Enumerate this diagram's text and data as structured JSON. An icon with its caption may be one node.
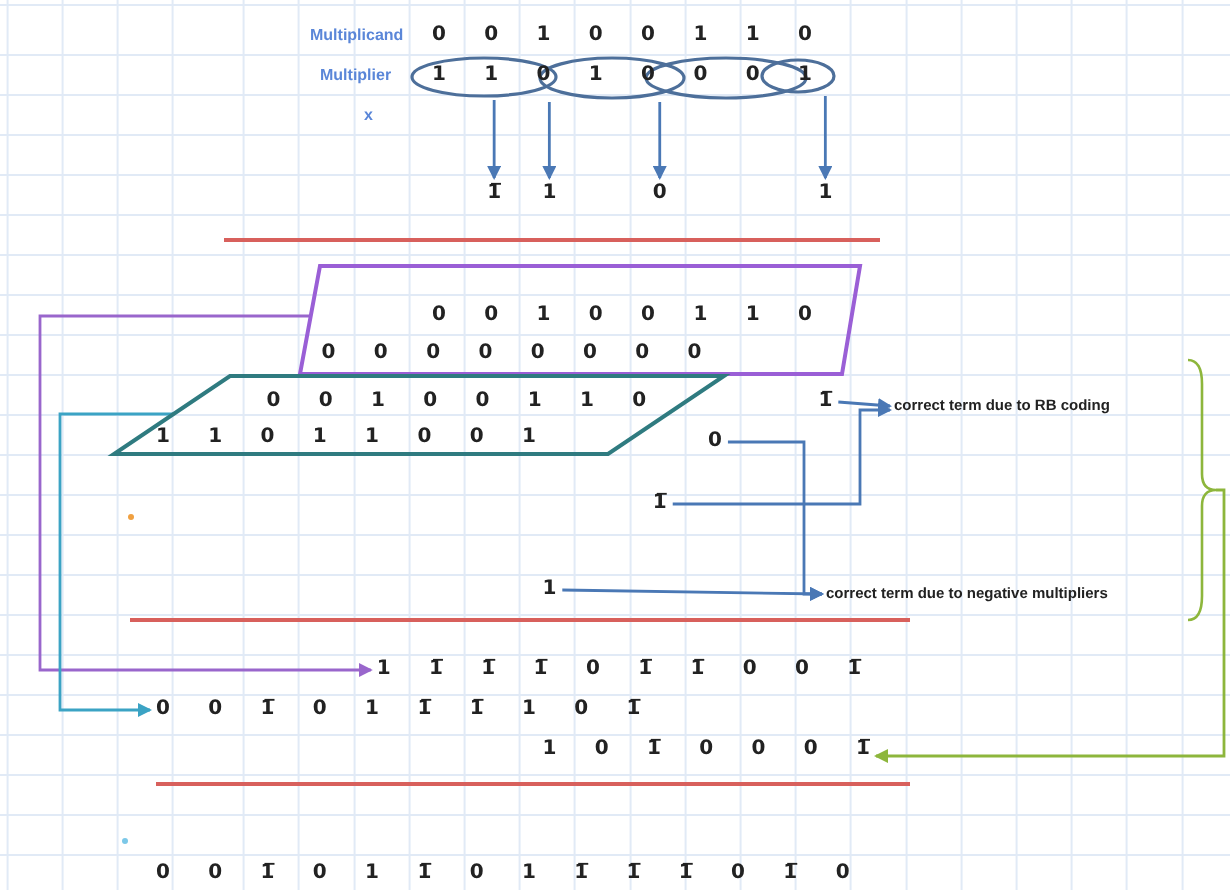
{
  "diagram": {
    "nodes": [
      {
        "text": [],
        "shape": "ellipse"
      },
      {
        "text": [],
        "shape": "ellipse"
      },
      {
        "text": [],
        "shape": "ellipse"
      },
      {
        "text": [],
        "shape": "ellipse"
      },
      {
        "text": [
          "1̅"
        ]
      },
      {
        "text": [
          "1"
        ]
      },
      {
        "text": [
          "0"
        ]
      },
      {
        "text": [
          "1"
        ]
      },
      {
        "text": [
          "0 0 1 0 0 1 1 0",
          "0 0 0 0 0 0 0 0"
        ]
      },
      {
        "text": [
          "0 0 1 0 0 1 1 0",
          "1 1 0 1 1 0 0 1"
        ]
      },
      {
        "text": [
          "1̅"
        ]
      },
      {
        "text": [
          "correct term due to RB coding"
        ]
      },
      {
        "text": [
          "0"
        ]
      },
      {
        "text": [
          "1̅"
        ]
      },
      {
        "text": [
          "1"
        ]
      },
      {
        "text": [
          "correct term due to negative multipliers"
        ]
      },
      {
        "text": [],
        "shape": "brace"
      },
      {
        "text": [
          "1 1̅ 1̅ 1̅ 0 1̅ 1̅ 0 0 1̅"
        ]
      },
      {
        "text": [
          "0 0 1̅ 0 1 1̅ 1̅ 1 0 1̅"
        ]
      },
      {
        "text": [
          "1 0 1̅ 0 0 0 1̅"
        ]
      }
    ],
    "edges": [
      {
        "from": 0,
        "to": 4,
        "arrow": "to"
      },
      {
        "from": 1,
        "to": 5,
        "arrow": "to"
      },
      {
        "from": 2,
        "to": 6,
        "arrow": "to"
      },
      {
        "from": 3,
        "to": 7,
        "arrow": "to"
      },
      {
        "from": 10,
        "to": 11,
        "arrow": "to"
      },
      {
        "from": 13,
        "to": 11,
        "arrow": "to"
      },
      {
        "from": 12,
        "to": 15,
        "arrow": "to"
      },
      {
        "from": 14,
        "to": 15,
        "arrow": "to"
      },
      {
        "from": 8,
        "to": 17,
        "arrow": "to",
        "color": "#9966cc"
      },
      {
        "from": 9,
        "to": 18,
        "arrow": "to",
        "color": "#3ba3c4"
      },
      {
        "from": 16,
        "to": 19,
        "arrow": "to",
        "color": "#8db63c"
      }
    ],
    "labels": [
      "Multiplicand",
      "0 0 1 0 0 1 1 0",
      "Multiplier",
      "1 1 0 1 0 0 0 1",
      "x",
      "0 0 1̅ 0 1 1̅ 0 1 1̅ 1̅ 1̅ 0 1̅ 0"
    ]
  }
}
